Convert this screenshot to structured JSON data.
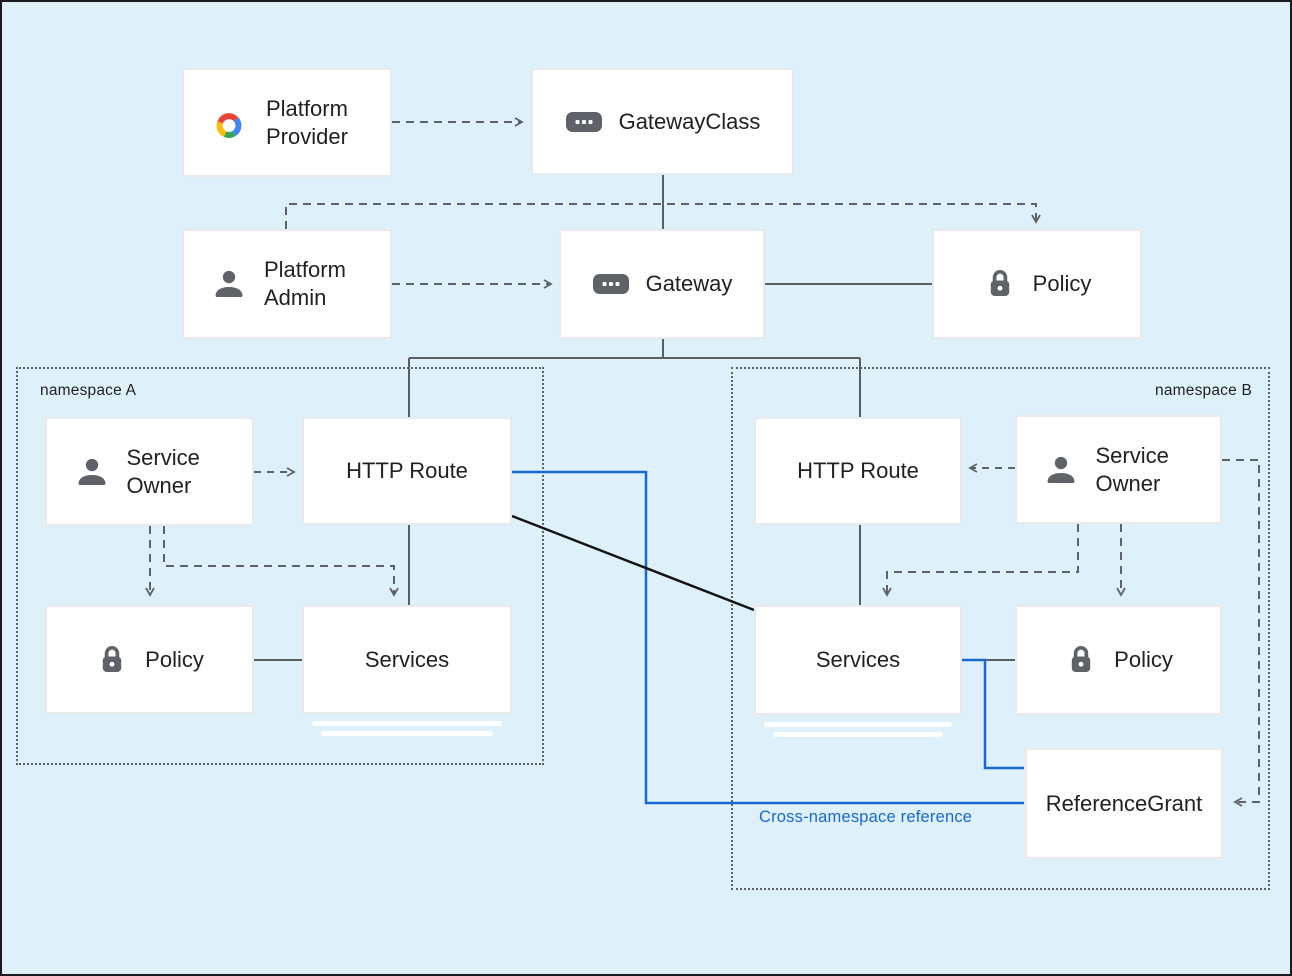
{
  "colors": {
    "background": "#def1fb",
    "node_fill": "#ffffff",
    "node_border": "#e7e9ea",
    "text": "#202124",
    "line_gray": "#5f6368",
    "cross_namespace_blue": "#1967d2",
    "diagonal_black": "#141414",
    "icon_gray": "#5f6368",
    "logo_red": "#EA4335",
    "logo_blue": "#4285F4",
    "logo_green": "#34A853",
    "logo_yellow": "#FBBC05"
  },
  "nodes": {
    "platform_provider": {
      "label": "Platform Provider",
      "icon": "google-cloud-logo"
    },
    "gateway_class": {
      "label": "GatewayClass",
      "icon": "gateway-resource"
    },
    "platform_admin": {
      "label": "Platform Admin",
      "icon": "person"
    },
    "gateway": {
      "label": "Gateway",
      "icon": "gateway-resource"
    },
    "policy_cluster": {
      "label": "Policy",
      "icon": "lock"
    }
  },
  "namespace_a": {
    "label": "namespace A",
    "nodes": {
      "service_owner": {
        "label": "Service Owner",
        "icon": "person"
      },
      "http_route": {
        "label": "HTTP Route"
      },
      "policy": {
        "label": "Policy",
        "icon": "lock"
      },
      "services": {
        "label": "Services"
      }
    }
  },
  "namespace_b": {
    "label": "namespace B",
    "nodes": {
      "http_route": {
        "label": "HTTP Route"
      },
      "service_owner": {
        "label": "Service Owner",
        "icon": "person"
      },
      "services": {
        "label": "Services"
      },
      "policy": {
        "label": "Policy",
        "icon": "lock"
      },
      "reference_grant": {
        "label": "ReferenceGrant"
      }
    }
  },
  "annotations": {
    "cross_namespace_reference": {
      "label": "Cross-namespace reference",
      "color": "#1967d2"
    }
  }
}
